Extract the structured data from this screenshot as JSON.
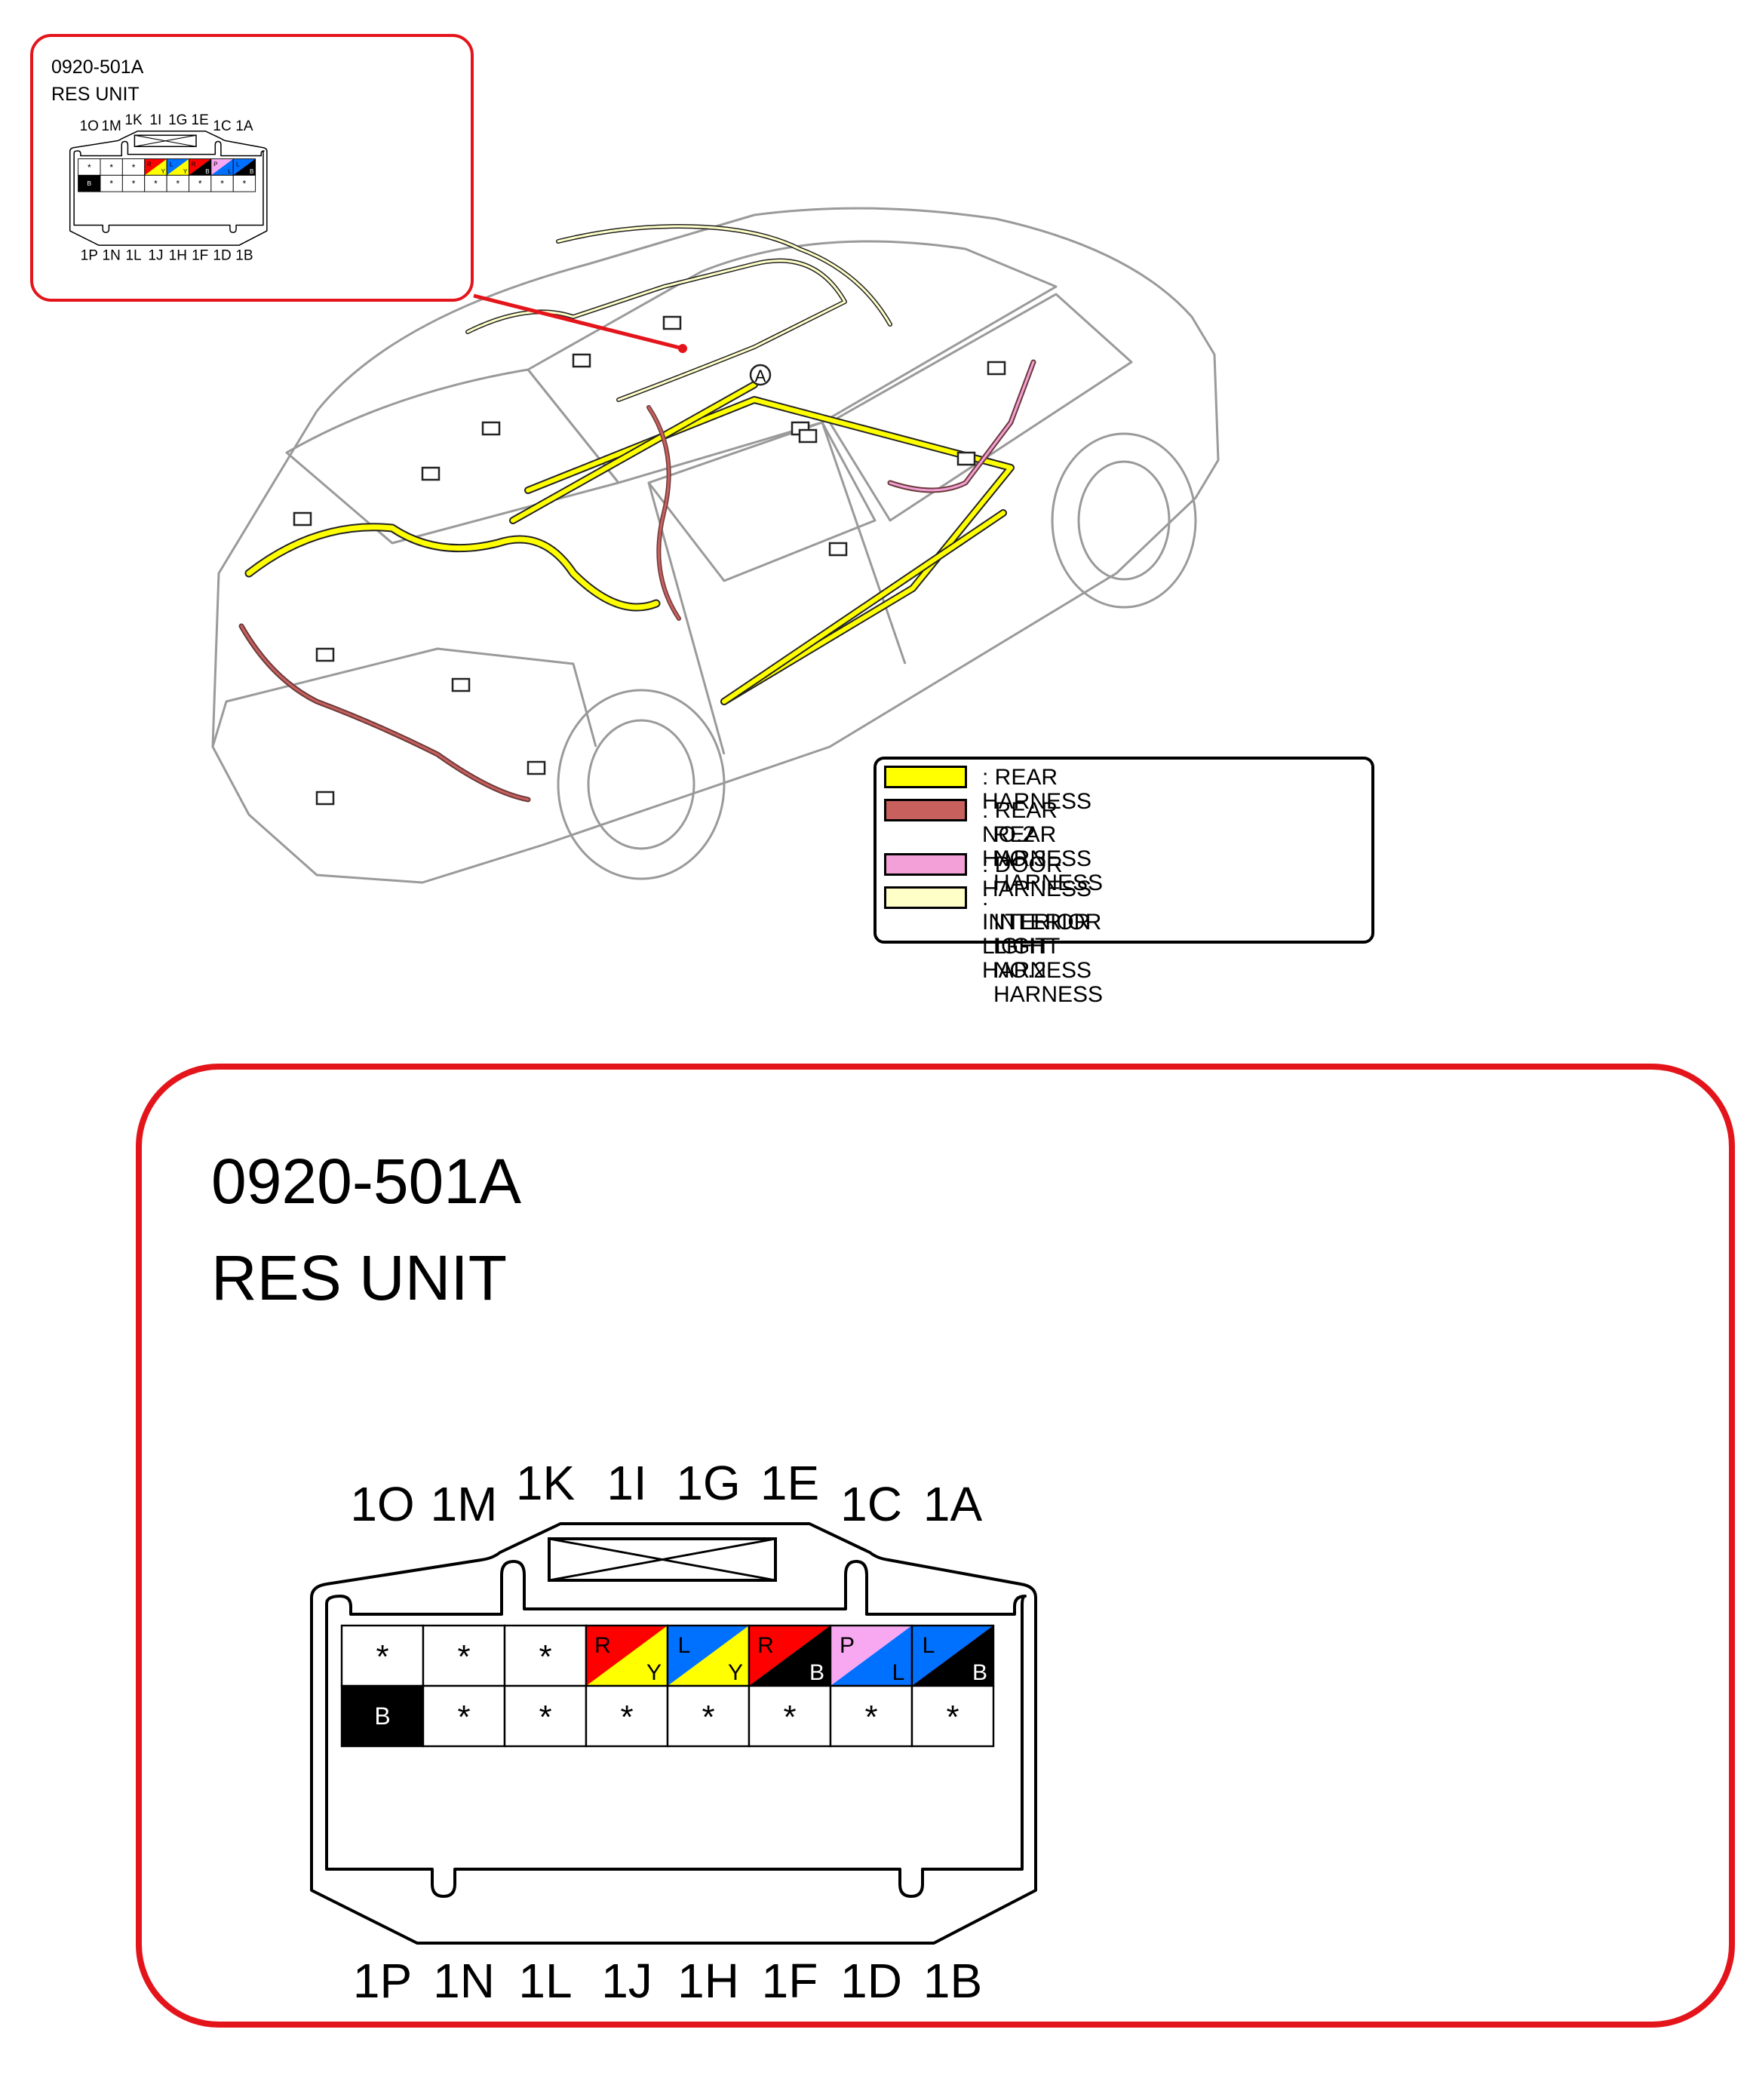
{
  "small_callout": {
    "code": "0920-501A",
    "name": "RES UNIT",
    "top_labels": [
      "1O",
      "1M",
      "1K",
      "1I",
      "1G",
      "1E",
      "1C",
      "1A"
    ],
    "bottom_labels": [
      "1P",
      "1N",
      "1L",
      "1J",
      "1H",
      "1F",
      "1D",
      "1B"
    ]
  },
  "large_callout": {
    "code": "0920-501A",
    "name": "RES UNIT",
    "top_labels": [
      "1O",
      "1M",
      "1K",
      "1I",
      "1G",
      "1E",
      "1C",
      "1A"
    ],
    "bottom_labels": [
      "1P",
      "1N",
      "1L",
      "1J",
      "1H",
      "1F",
      "1D",
      "1B"
    ]
  },
  "pins_top_row": [
    {
      "pin": "1O",
      "type": "empty",
      "mark": "*"
    },
    {
      "pin": "1M",
      "type": "empty",
      "mark": "*"
    },
    {
      "pin": "1K",
      "type": "empty",
      "mark": "*"
    },
    {
      "pin": "1I",
      "type": "split",
      "main": "R",
      "stripe": "Y",
      "main_color": "#ff0000",
      "stripe_color": "#ffff00"
    },
    {
      "pin": "1G",
      "type": "split",
      "main": "L",
      "stripe": "Y",
      "main_color": "#0070ff",
      "stripe_color": "#ffff00"
    },
    {
      "pin": "1E",
      "type": "split",
      "main": "R",
      "stripe": "B",
      "main_color": "#ff0000",
      "stripe_color": "#000000"
    },
    {
      "pin": "1C",
      "type": "split",
      "main": "P",
      "stripe": "L",
      "main_color": "#f7a8f0",
      "stripe_color": "#0070ff"
    },
    {
      "pin": "1A",
      "type": "split",
      "main": "L",
      "stripe": "B",
      "main_color": "#0070ff",
      "stripe_color": "#000000"
    }
  ],
  "pins_bottom_row": [
    {
      "pin": "1P",
      "type": "solid",
      "main": "B",
      "main_color": "#000000"
    },
    {
      "pin": "1N",
      "type": "empty",
      "mark": "*"
    },
    {
      "pin": "1L",
      "type": "empty",
      "mark": "*"
    },
    {
      "pin": "1J",
      "type": "empty",
      "mark": "*"
    },
    {
      "pin": "1H",
      "type": "empty",
      "mark": "*"
    },
    {
      "pin": "1F",
      "type": "empty",
      "mark": "*"
    },
    {
      "pin": "1D",
      "type": "empty",
      "mark": "*"
    },
    {
      "pin": "1B",
      "type": "empty",
      "mark": "*"
    }
  ],
  "car": {
    "marker": "A"
  },
  "legend": [
    {
      "color": "#ffff00",
      "lines": [
        ": REAR HARNESS"
      ]
    },
    {
      "color": "#c8605e",
      "lines": [
        ": REAR NO.2 HARNESS",
        "REAR NO.3 HARNESS"
      ]
    },
    {
      "color": "#f4a0d8",
      "lines": [
        ": DOOR HARNESS"
      ]
    },
    {
      "color": "#ffffc8",
      "lines": [
        ": INTERIOR LIGHT HARNESS",
        "INTERIOR LIGHT NO.2 HARNESS"
      ]
    }
  ],
  "colors": {
    "callout_border": "#e4141b",
    "callout_line": "#e4141b"
  }
}
